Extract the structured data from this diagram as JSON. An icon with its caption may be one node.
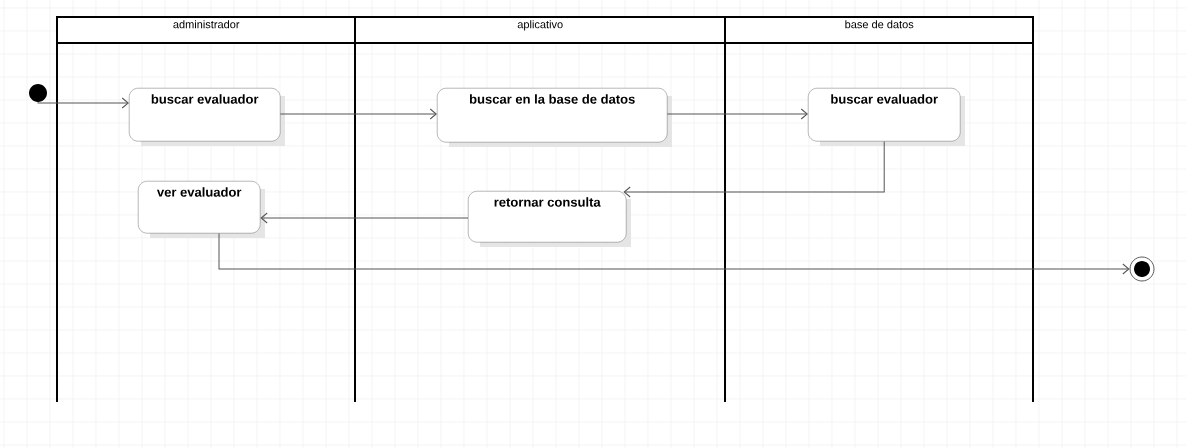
{
  "diagram": {
    "nodes": [
      {
        "text": [
          "administrador"
        ]
      },
      {
        "text": [
          "aplicativo"
        ]
      },
      {
        "text": [
          "base de datos"
        ]
      },
      {
        "text": [],
        "shape": "circle"
      },
      {
        "text": [
          "buscar evaluador"
        ],
        "in": 0
      },
      {
        "text": [
          "buscar en la base de datos"
        ],
        "in": 1
      },
      {
        "text": [
          "buscar evaluador"
        ],
        "in": 2
      },
      {
        "text": [
          "retornar consulta"
        ],
        "in": 1
      },
      {
        "text": [
          "ver evaluador"
        ],
        "in": 0
      },
      {
        "text": [],
        "shape": "bullseye"
      }
    ],
    "edges": [
      {
        "from": 3,
        "to": 4,
        "arrow": "to"
      },
      {
        "from": 4,
        "to": 5,
        "arrow": "to"
      },
      {
        "from": 5,
        "to": 6,
        "arrow": "to"
      },
      {
        "from": 6,
        "to": 7,
        "arrow": "to"
      },
      {
        "from": 7,
        "to": 8,
        "arrow": "to"
      },
      {
        "from": 8,
        "to": 9,
        "arrow": "to"
      }
    ]
  }
}
